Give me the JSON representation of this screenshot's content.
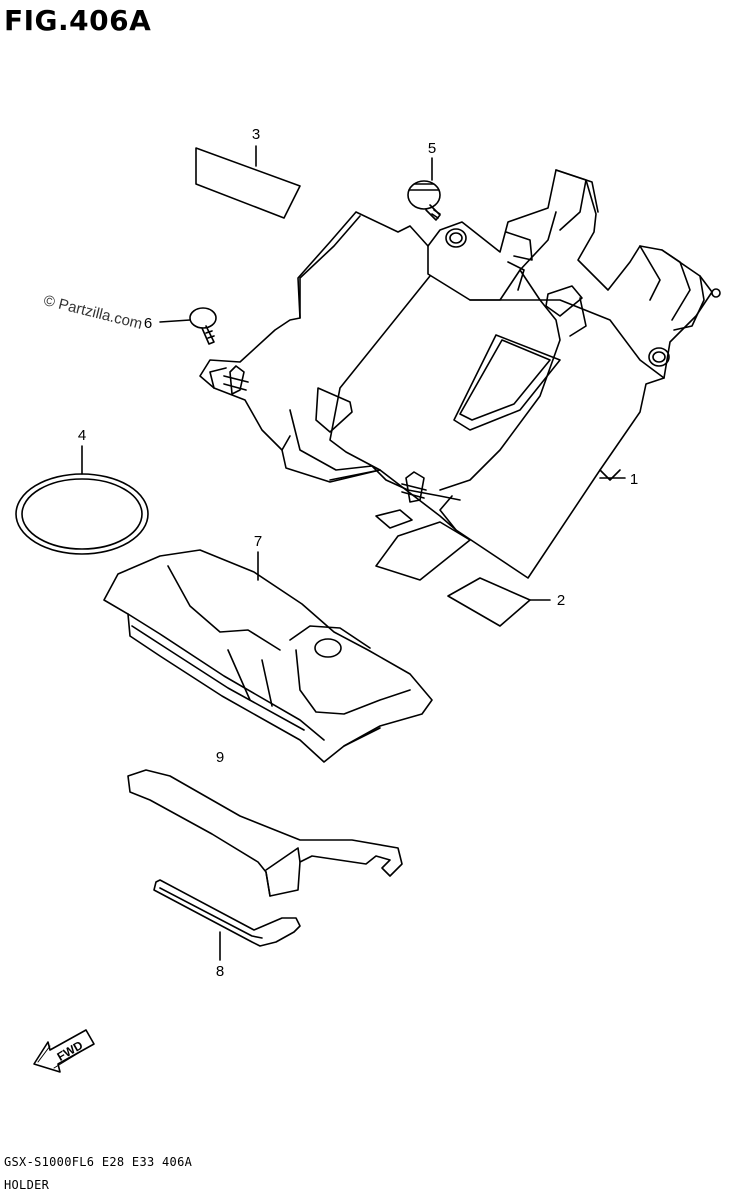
{
  "figure": {
    "title": "FIG.406A",
    "model_code": "GSX-S1000FL6  E28  E33  406A",
    "caption": "HOLDER",
    "watermark": "© Partzilla.com",
    "fwd_label": "FWD"
  },
  "callouts": [
    {
      "id": "1",
      "label": "1"
    },
    {
      "id": "2",
      "label": "2"
    },
    {
      "id": "3",
      "label": "3"
    },
    {
      "id": "4",
      "label": "4"
    },
    {
      "id": "5",
      "label": "5"
    },
    {
      "id": "6",
      "label": "6"
    },
    {
      "id": "7",
      "label": "7"
    },
    {
      "id": "8",
      "label": "8"
    },
    {
      "id": "9",
      "label": "9"
    }
  ]
}
